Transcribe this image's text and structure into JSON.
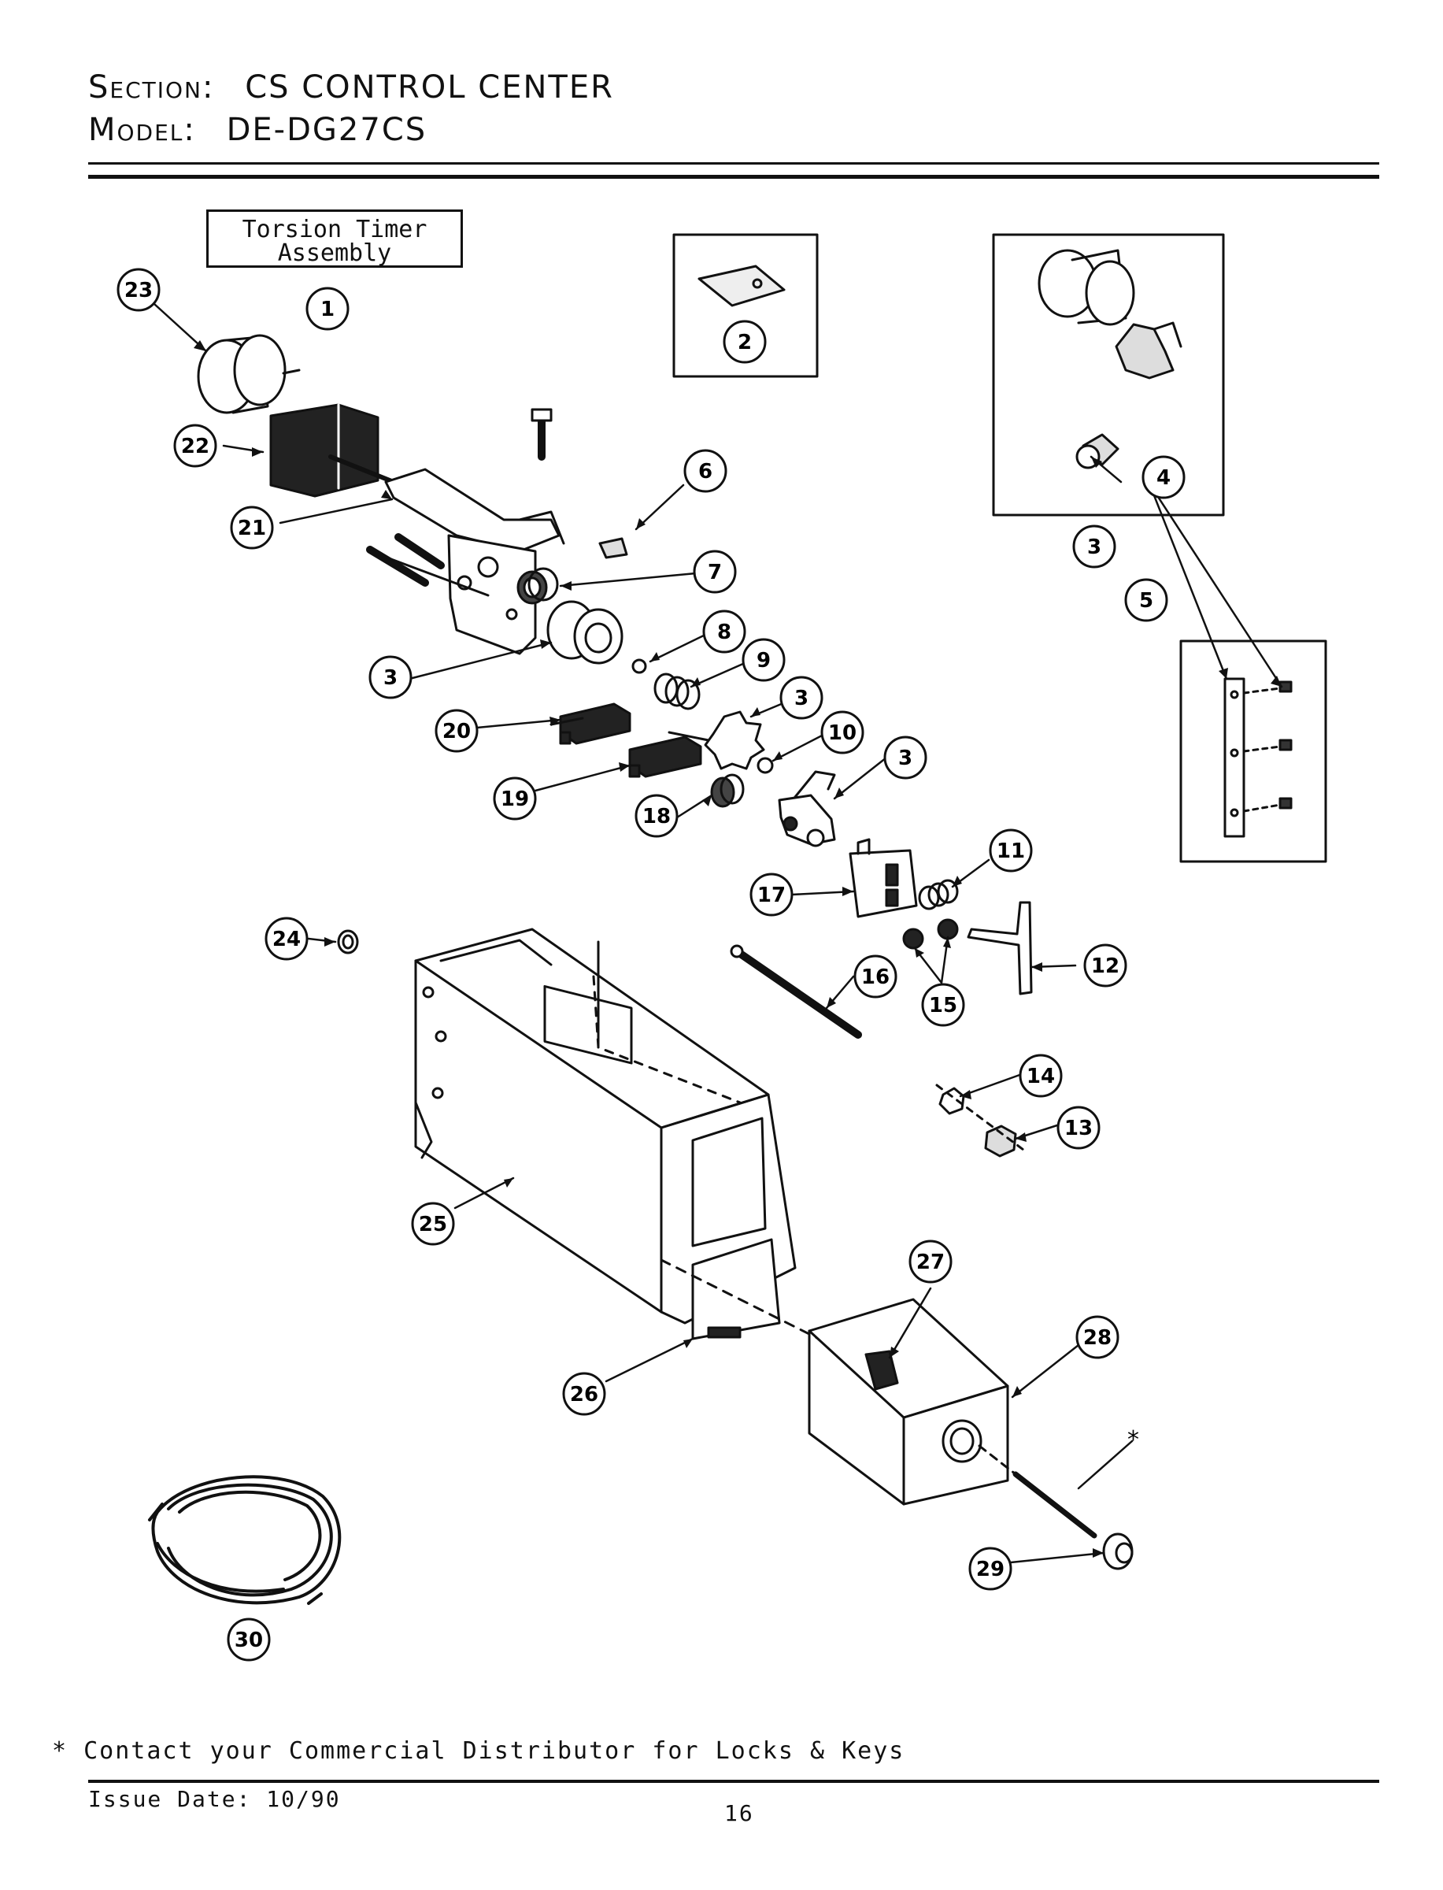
{
  "header": {
    "section_key": "Section:",
    "section_value": "CS CONTROL CENTER",
    "model_key": "Model:",
    "model_value": "DE-DG27CS"
  },
  "assembly_box": {
    "line1": "Torsion Timer",
    "line2": "Assembly"
  },
  "callouts": [
    "1",
    "2",
    "3",
    "4",
    "5",
    "6",
    "7",
    "8",
    "9",
    "10",
    "11",
    "12",
    "13",
    "14",
    "15",
    "16",
    "17",
    "18",
    "19",
    "20",
    "21",
    "22",
    "23",
    "24",
    "25",
    "26",
    "27",
    "28",
    "29",
    "30"
  ],
  "asterisk": "*",
  "footer": {
    "note": "* Contact your Commercial Distributor for Locks &  Keys",
    "issue_date": "Issue Date: 10/90",
    "page_number": "16"
  }
}
